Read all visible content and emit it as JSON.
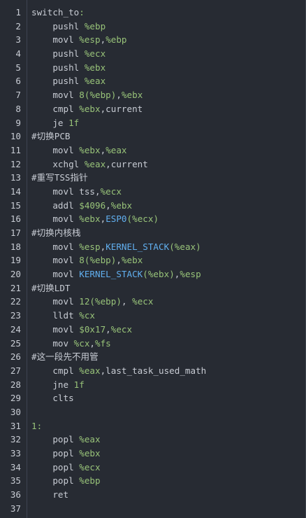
{
  "editor": {
    "colors": {
      "background": "#272b33",
      "text": "#c8ccd4",
      "register": "#98c379",
      "macro": "#61afef",
      "gutter_border": "#3e4451"
    },
    "lines": [
      {
        "number": "1",
        "tokens": [
          {
            "t": "switch_to",
            "c": "text"
          },
          {
            "t": ":",
            "c": "reg"
          }
        ]
      },
      {
        "number": "2",
        "tokens": [
          {
            "t": "    pushl ",
            "c": "text"
          },
          {
            "t": "%ebp",
            "c": "reg"
          }
        ]
      },
      {
        "number": "3",
        "tokens": [
          {
            "t": "    movl ",
            "c": "text"
          },
          {
            "t": "%esp",
            "c": "reg"
          },
          {
            "t": ",",
            "c": "text"
          },
          {
            "t": "%ebp",
            "c": "reg"
          }
        ]
      },
      {
        "number": "4",
        "tokens": [
          {
            "t": "    pushl ",
            "c": "text"
          },
          {
            "t": "%ecx",
            "c": "reg"
          }
        ]
      },
      {
        "number": "5",
        "tokens": [
          {
            "t": "    pushl ",
            "c": "text"
          },
          {
            "t": "%ebx",
            "c": "reg"
          }
        ]
      },
      {
        "number": "6",
        "tokens": [
          {
            "t": "    pushl ",
            "c": "text"
          },
          {
            "t": "%eax",
            "c": "reg"
          }
        ]
      },
      {
        "number": "7",
        "tokens": [
          {
            "t": "    movl ",
            "c": "text"
          },
          {
            "t": "8",
            "c": "num"
          },
          {
            "t": "(",
            "c": "reg"
          },
          {
            "t": "%ebp",
            "c": "reg"
          },
          {
            "t": ")",
            "c": "reg"
          },
          {
            "t": ",",
            "c": "text"
          },
          {
            "t": "%ebx",
            "c": "reg"
          }
        ]
      },
      {
        "number": "8",
        "tokens": [
          {
            "t": "    cmpl ",
            "c": "text"
          },
          {
            "t": "%ebx",
            "c": "reg"
          },
          {
            "t": ",current",
            "c": "text"
          }
        ]
      },
      {
        "number": "9",
        "tokens": [
          {
            "t": "    je ",
            "c": "text"
          },
          {
            "t": "1f",
            "c": "num"
          }
        ]
      },
      {
        "number": "10",
        "tokens": [
          {
            "t": "#切换PCB",
            "c": "comment"
          }
        ]
      },
      {
        "number": "11",
        "tokens": [
          {
            "t": "    movl ",
            "c": "text"
          },
          {
            "t": "%ebx",
            "c": "reg"
          },
          {
            "t": ",",
            "c": "text"
          },
          {
            "t": "%eax",
            "c": "reg"
          }
        ]
      },
      {
        "number": "12",
        "tokens": [
          {
            "t": "    xchgl ",
            "c": "text"
          },
          {
            "t": "%eax",
            "c": "reg"
          },
          {
            "t": ",current",
            "c": "text"
          }
        ]
      },
      {
        "number": "13",
        "tokens": [
          {
            "t": "#重写TSS指针",
            "c": "comment"
          }
        ]
      },
      {
        "number": "14",
        "tokens": [
          {
            "t": "    movl tss,",
            "c": "text"
          },
          {
            "t": "%ecx",
            "c": "reg"
          }
        ]
      },
      {
        "number": "15",
        "tokens": [
          {
            "t": "    addl ",
            "c": "text"
          },
          {
            "t": "$4096",
            "c": "num"
          },
          {
            "t": ",",
            "c": "text"
          },
          {
            "t": "%ebx",
            "c": "reg"
          }
        ]
      },
      {
        "number": "16",
        "tokens": [
          {
            "t": "    movl ",
            "c": "text"
          },
          {
            "t": "%ebx",
            "c": "reg"
          },
          {
            "t": ",",
            "c": "text"
          },
          {
            "t": "ESP0",
            "c": "macro"
          },
          {
            "t": "(",
            "c": "reg"
          },
          {
            "t": "%ecx",
            "c": "reg"
          },
          {
            "t": ")",
            "c": "reg"
          }
        ]
      },
      {
        "number": "17",
        "tokens": [
          {
            "t": "#切换内核栈",
            "c": "comment"
          }
        ]
      },
      {
        "number": "18",
        "tokens": [
          {
            "t": "    movl ",
            "c": "text"
          },
          {
            "t": "%esp",
            "c": "reg"
          },
          {
            "t": ",",
            "c": "text"
          },
          {
            "t": "KERNEL_STACK",
            "c": "macro"
          },
          {
            "t": "(",
            "c": "reg"
          },
          {
            "t": "%eax",
            "c": "reg"
          },
          {
            "t": ")",
            "c": "reg"
          }
        ]
      },
      {
        "number": "19",
        "tokens": [
          {
            "t": "    movl ",
            "c": "text"
          },
          {
            "t": "8",
            "c": "num"
          },
          {
            "t": "(",
            "c": "reg"
          },
          {
            "t": "%ebp",
            "c": "reg"
          },
          {
            "t": ")",
            "c": "reg"
          },
          {
            "t": ",",
            "c": "text"
          },
          {
            "t": "%ebx",
            "c": "reg"
          }
        ]
      },
      {
        "number": "20",
        "tokens": [
          {
            "t": "    movl ",
            "c": "text"
          },
          {
            "t": "KERNEL_STACK",
            "c": "macro"
          },
          {
            "t": "(",
            "c": "reg"
          },
          {
            "t": "%ebx",
            "c": "reg"
          },
          {
            "t": ")",
            "c": "reg"
          },
          {
            "t": ",",
            "c": "text"
          },
          {
            "t": "%esp",
            "c": "reg"
          }
        ]
      },
      {
        "number": "21",
        "tokens": [
          {
            "t": "#切换LDT",
            "c": "comment"
          }
        ]
      },
      {
        "number": "22",
        "tokens": [
          {
            "t": "    movl ",
            "c": "text"
          },
          {
            "t": "12",
            "c": "num"
          },
          {
            "t": "(",
            "c": "reg"
          },
          {
            "t": "%ebp",
            "c": "reg"
          },
          {
            "t": ")",
            "c": "reg"
          },
          {
            "t": ", ",
            "c": "text"
          },
          {
            "t": "%ecx",
            "c": "reg"
          }
        ]
      },
      {
        "number": "23",
        "tokens": [
          {
            "t": "    lldt ",
            "c": "text"
          },
          {
            "t": "%cx",
            "c": "reg"
          }
        ]
      },
      {
        "number": "24",
        "tokens": [
          {
            "t": "    movl ",
            "c": "text"
          },
          {
            "t": "$0x17",
            "c": "num"
          },
          {
            "t": ",",
            "c": "text"
          },
          {
            "t": "%ecx",
            "c": "reg"
          }
        ]
      },
      {
        "number": "25",
        "tokens": [
          {
            "t": "    mov ",
            "c": "text"
          },
          {
            "t": "%cx",
            "c": "reg"
          },
          {
            "t": ",",
            "c": "text"
          },
          {
            "t": "%fs",
            "c": "reg"
          }
        ]
      },
      {
        "number": "26",
        "tokens": [
          {
            "t": "#这一段先不用管",
            "c": "comment"
          }
        ]
      },
      {
        "number": "27",
        "tokens": [
          {
            "t": "    cmpl ",
            "c": "text"
          },
          {
            "t": "%eax",
            "c": "reg"
          },
          {
            "t": ",last_task_used_math",
            "c": "text"
          }
        ]
      },
      {
        "number": "28",
        "tokens": [
          {
            "t": "    jne ",
            "c": "text"
          },
          {
            "t": "1f",
            "c": "num"
          }
        ]
      },
      {
        "number": "29",
        "tokens": [
          {
            "t": "    clts",
            "c": "text"
          }
        ]
      },
      {
        "number": "30",
        "tokens": []
      },
      {
        "number": "31",
        "tokens": [
          {
            "t": "1:",
            "c": "label"
          }
        ]
      },
      {
        "number": "32",
        "tokens": [
          {
            "t": "    popl ",
            "c": "text"
          },
          {
            "t": "%eax",
            "c": "reg"
          }
        ]
      },
      {
        "number": "33",
        "tokens": [
          {
            "t": "    popl ",
            "c": "text"
          },
          {
            "t": "%ebx",
            "c": "reg"
          }
        ]
      },
      {
        "number": "34",
        "tokens": [
          {
            "t": "    popl ",
            "c": "text"
          },
          {
            "t": "%ecx",
            "c": "reg"
          }
        ]
      },
      {
        "number": "35",
        "tokens": [
          {
            "t": "    popl ",
            "c": "text"
          },
          {
            "t": "%ebp",
            "c": "reg"
          }
        ]
      },
      {
        "number": "36",
        "tokens": [
          {
            "t": "    ret",
            "c": "text"
          }
        ]
      },
      {
        "number": "37",
        "tokens": []
      }
    ]
  }
}
